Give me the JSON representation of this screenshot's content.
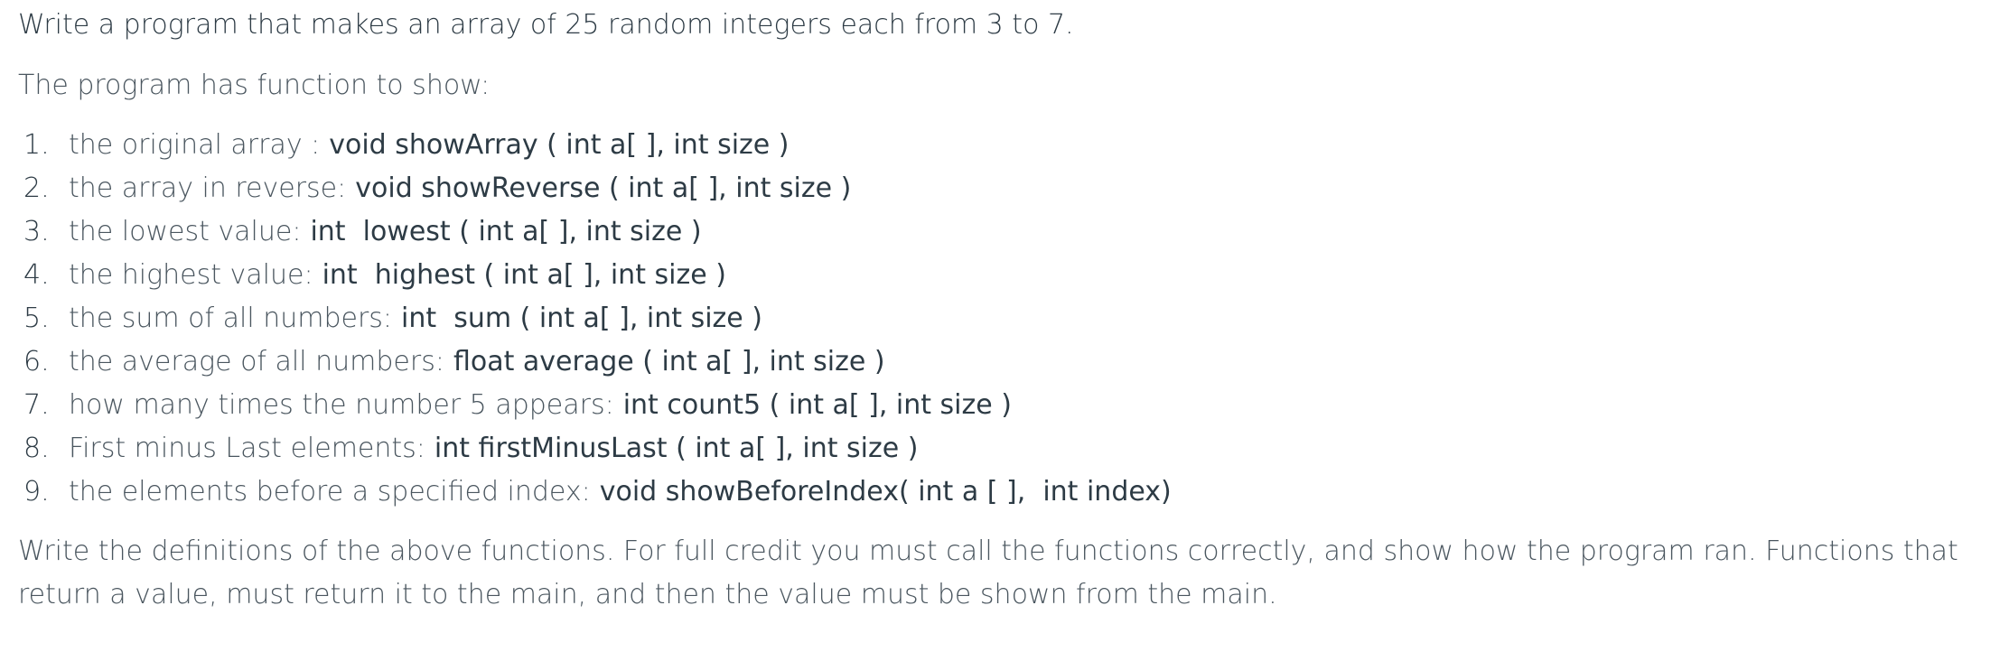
{
  "intro": "Write a program that makes an array of 25 random integers each from 3 to 7.",
  "subhead": "The program has function to show:",
  "items": [
    {
      "num": "1.",
      "desc": "the original array :",
      "sig": "void showArray ( int a[ ], int size )"
    },
    {
      "num": "2.",
      "desc": "the array in reverse:",
      "sig": "void showReverse ( int a[ ], int size )"
    },
    {
      "num": "3.",
      "desc": "the lowest value:",
      "sig": "int  lowest ( int a[ ], int size )"
    },
    {
      "num": "4.",
      "desc": "the highest value:",
      "sig": "int  highest ( int a[ ], int size )"
    },
    {
      "num": "5.",
      "desc": "the sum of all numbers:",
      "sig": "int  sum ( int a[ ], int size )"
    },
    {
      "num": "6.",
      "desc": "the average of all numbers:",
      "sig": "float average ( int a[ ], int size )"
    },
    {
      "num": "7.",
      "desc": "how many times the number 5 appears:",
      "sig": "int count5 ( int a[ ], int size )"
    },
    {
      "num": "8.",
      "desc": "First minus Last elements:",
      "sig": "int firstMinusLast ( int a[ ], int size )"
    },
    {
      "num": "9.",
      "desc": "the elements before a specified index:",
      "sig": "void showBeforeIndex( int a [ ],  int index)"
    }
  ],
  "closing": "Write the definitions of the above functions. For full credit you must call the functions correctly, and show how the program ran. Functions that return a value, must return it to the main, and then the value must be shown from the main."
}
